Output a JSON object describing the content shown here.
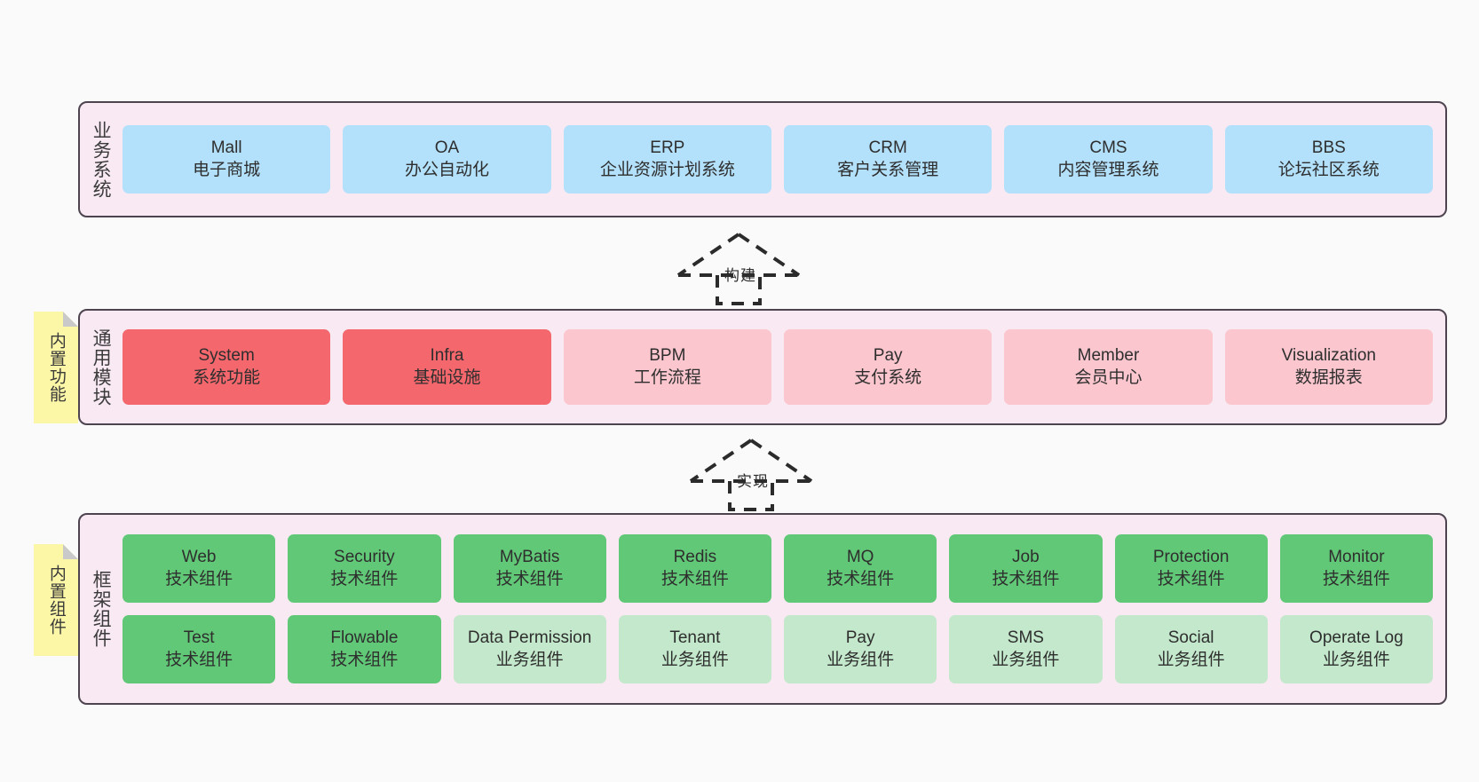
{
  "diagram": {
    "background_color": "#fafafa",
    "layers": [
      {
        "id": "business",
        "label": "业务系统",
        "container_color": "#f8e9f3",
        "card_color": "#b3e0fb",
        "rows": [
          [
            {
              "title": "Mall",
              "subtitle": "电子商城"
            },
            {
              "title": "OA",
              "subtitle": "办公自动化"
            },
            {
              "title": "ERP",
              "subtitle": "企业资源计划系统"
            },
            {
              "title": "CRM",
              "subtitle": "客户关系管理"
            },
            {
              "title": "CMS",
              "subtitle": "内容管理系统"
            },
            {
              "title": "BBS",
              "subtitle": "论坛社区系统"
            }
          ]
        ]
      },
      {
        "id": "common",
        "label": "通用模块",
        "container_color": "#f8e9f3",
        "card_color_strong": "#f4676d",
        "card_color_soft": "#fbc6ce",
        "rows": [
          [
            {
              "title": "System",
              "subtitle": "系统功能",
              "variant": "red"
            },
            {
              "title": "Infra",
              "subtitle": "基础设施",
              "variant": "red"
            },
            {
              "title": "BPM",
              "subtitle": "工作流程",
              "variant": "pink"
            },
            {
              "title": "Pay",
              "subtitle": "支付系统",
              "variant": "pink"
            },
            {
              "title": "Member",
              "subtitle": "会员中心",
              "variant": "pink"
            },
            {
              "title": "Visualization",
              "subtitle": "数据报表",
              "variant": "pink"
            }
          ]
        ]
      },
      {
        "id": "framework",
        "label": "框架组件",
        "container_color": "#f8e9f3",
        "card_color_strong": "#61c877",
        "card_color_soft": "#c3e8cb",
        "rows": [
          [
            {
              "title": "Web",
              "subtitle": "技术组件",
              "variant": "green"
            },
            {
              "title": "Security",
              "subtitle": "技术组件",
              "variant": "green"
            },
            {
              "title": "MyBatis",
              "subtitle": "技术组件",
              "variant": "green"
            },
            {
              "title": "Redis",
              "subtitle": "技术组件",
              "variant": "green"
            },
            {
              "title": "MQ",
              "subtitle": "技术组件",
              "variant": "green"
            },
            {
              "title": "Job",
              "subtitle": "技术组件",
              "variant": "green"
            },
            {
              "title": "Protection",
              "subtitle": "技术组件",
              "variant": "green"
            },
            {
              "title": "Monitor",
              "subtitle": "技术组件",
              "variant": "green"
            }
          ],
          [
            {
              "title": "Test",
              "subtitle": "技术组件",
              "variant": "green"
            },
            {
              "title": "Flowable",
              "subtitle": "技术组件",
              "variant": "green"
            },
            {
              "title": "Data Permission",
              "subtitle": "业务组件",
              "variant": "lgreen"
            },
            {
              "title": "Tenant",
              "subtitle": "业务组件",
              "variant": "lgreen"
            },
            {
              "title": "Pay",
              "subtitle": "业务组件",
              "variant": "lgreen"
            },
            {
              "title": "SMS",
              "subtitle": "业务组件",
              "variant": "lgreen"
            },
            {
              "title": "Social",
              "subtitle": "业务组件",
              "variant": "lgreen"
            },
            {
              "title": "Operate Log",
              "subtitle": "业务组件",
              "variant": "lgreen"
            }
          ]
        ]
      }
    ],
    "notes": [
      {
        "id": "builtin-func",
        "text": "内置功能",
        "color": "#fcf7a6"
      },
      {
        "id": "builtin-comp",
        "text": "内置组件",
        "color": "#fcf7a6"
      }
    ],
    "connectors": [
      {
        "id": "build",
        "label": "构建",
        "style": "dashed-generalization-up"
      },
      {
        "id": "impl",
        "label": "实现",
        "style": "dashed-generalization-up"
      }
    ]
  }
}
